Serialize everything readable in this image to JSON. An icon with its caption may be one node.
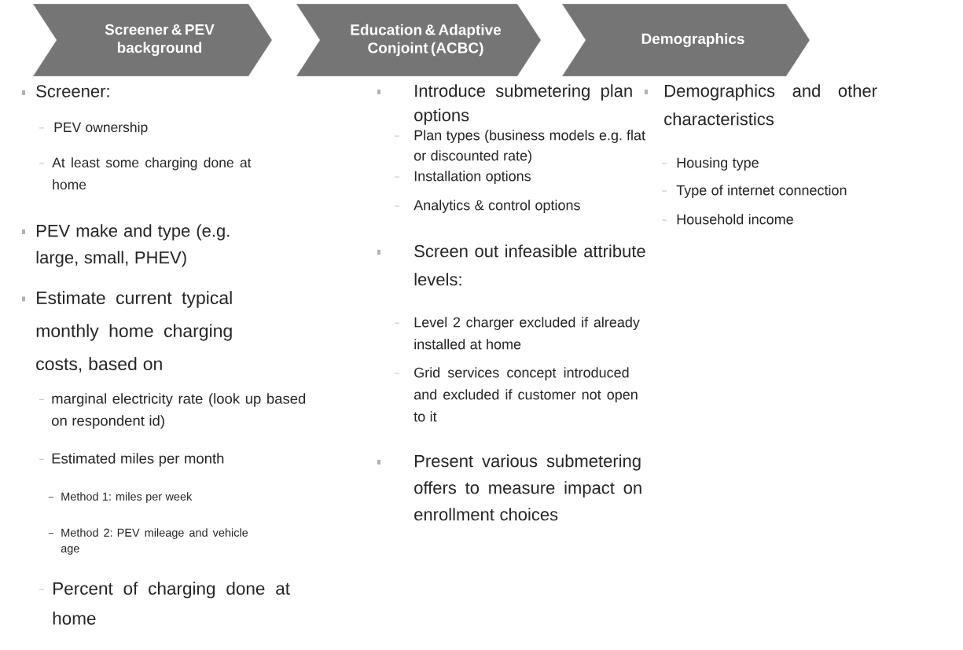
{
  "diagram": {
    "nodes": [
      {
        "text": [
          "Screener & PEV background"
        ]
      },
      {
        "text": [
          "Education & Adaptive Conjoint (ACBC)"
        ]
      },
      {
        "text": [
          "Demographics"
        ]
      }
    ],
    "edges": [],
    "labels": [
      "Screener:",
      "PEV ownership",
      "At least some charging done at home",
      "PEV make and type (e.g. large, small, PHEV)",
      "Estimate current typical monthly home charging costs, based on",
      "marginal electricity rate (look up based on respondent id)",
      "Estimated miles per month",
      "Method 1: miles per week",
      "Method 2: PEV mileage and vehicle age",
      "Percent of charging done at home",
      "Introduce submetering plan options",
      "Plan types (business models e.g. flat or discounted rate)",
      "Installation options",
      "Analytics & control options",
      "Screen out infeasible attribute levels:",
      "Level 2 charger excluded if already installed at home",
      "Grid services concept introduced and excluded if customer not open to it",
      "Present various submetering offers to measure impact on enrollment choices",
      "Demographics and other characteristics",
      "Housing type",
      "Type of internet connection",
      "Household income"
    ]
  }
}
